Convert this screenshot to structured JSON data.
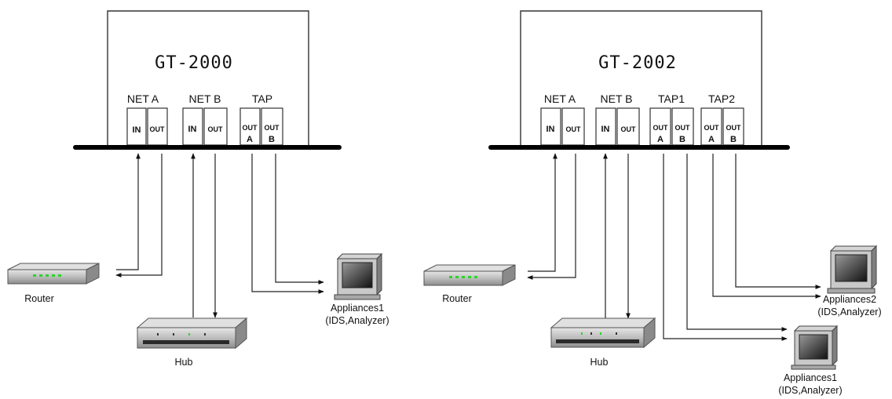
{
  "left": {
    "title": "GT-2000",
    "groups": [
      "NET A",
      "NET B",
      "TAP"
    ],
    "ports": {
      "neta_in": "IN",
      "neta_out": "OUT",
      "netb_in": "IN",
      "netb_out": "OUT",
      "tap_a_top": "OUT",
      "tap_a_sub": "A",
      "tap_b_top": "OUT",
      "tap_b_sub": "B"
    },
    "router": "Router",
    "hub": "Hub",
    "appliance": [
      "Appliances1",
      "(IDS,Analyzer)"
    ]
  },
  "right": {
    "title": "GT-2002",
    "groups": [
      "NET A",
      "NET B",
      "TAP1",
      "TAP2"
    ],
    "ports": {
      "neta_in": "IN",
      "neta_out": "OUT",
      "netb_in": "IN",
      "netb_out": "OUT",
      "tap1_a_top": "OUT",
      "tap1_a_sub": "A",
      "tap1_b_top": "OUT",
      "tap1_b_sub": "B",
      "tap2_a_top": "OUT",
      "tap2_a_sub": "A",
      "tap2_b_top": "OUT",
      "tap2_b_sub": "B"
    },
    "router": "Router",
    "hub": "Hub",
    "appliance2": [
      "Appliances2",
      "(IDS,Analyzer)"
    ],
    "appliance1": [
      "Appliances1",
      "(IDS,Analyzer)"
    ]
  }
}
